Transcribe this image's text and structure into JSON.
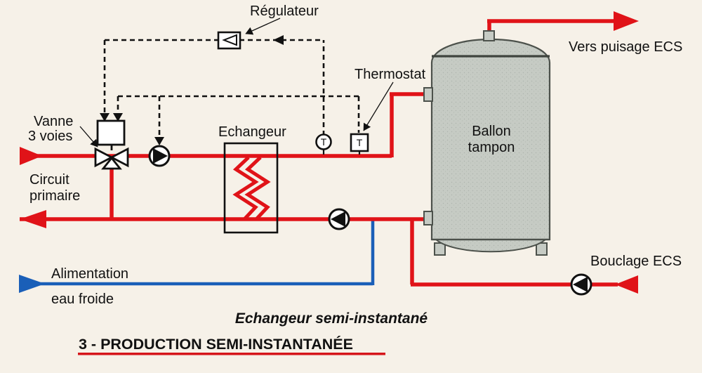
{
  "labels": {
    "regulator": "Régulateur",
    "thermostat": "Thermostat",
    "valve_line1": "Vanne",
    "valve_line2": "3 voies",
    "primary_line1": "Circuit",
    "primary_line2": "primaire",
    "exchanger": "Echangeur",
    "tank_line1": "Ballon",
    "tank_line2": "tampon",
    "hot_water_out": "Vers puisage ECS",
    "loop_return": "Bouclage ECS",
    "cold_feed_line1": "Alimentation",
    "cold_feed_line2": "eau froide",
    "sensor_letter": "T",
    "thermostat_letter": "T"
  },
  "caption": "Echangeur semi-instantané",
  "title": "3 - PRODUCTION SEMI-INSTANTANÉE",
  "colors": {
    "hot_pipe_red": "#e01318",
    "cold_pipe_blue": "#1a5fb8",
    "tank_fill_gray": "#c6cbc4",
    "tank_outline": "#4c514b",
    "control_line_black": "#111111",
    "background": "#f6f1e8",
    "title_underline_red": "#d5161b"
  }
}
